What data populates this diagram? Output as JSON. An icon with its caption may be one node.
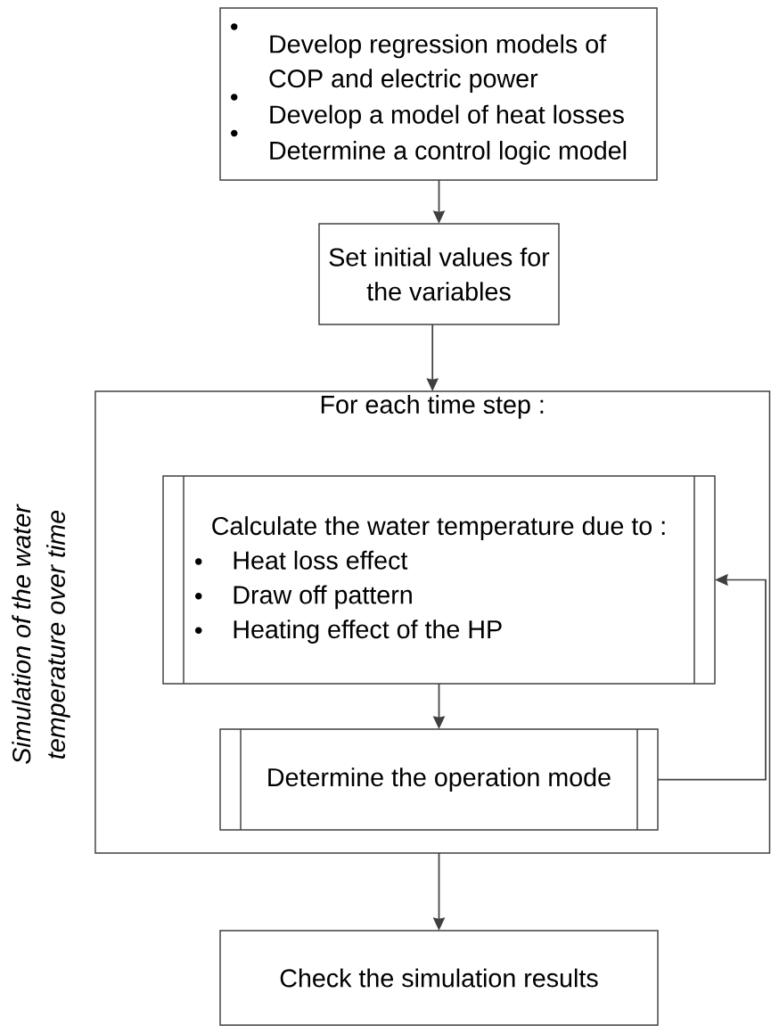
{
  "diagram": {
    "nodes": [
      {
        "text": [
          "Develop regression models of COP and electric power",
          "Develop a model of heat losses",
          "Determine a control logic model"
        ]
      },
      {
        "text": [
          "Set initial values for the variables"
        ]
      },
      {
        "text": [
          "For each time step :"
        ],
        "beside": [
          "Simulation of the water temperature over time"
        ]
      },
      {
        "text": [
          "Calculate the water temperature due to :",
          "Heat loss effect",
          "Draw off pattern",
          "Heating effect of the HP"
        ],
        "in": 2
      },
      {
        "text": [
          "Determine the operation mode"
        ],
        "in": 2
      },
      {
        "text": [
          "Check the simulation results"
        ]
      }
    ],
    "edges": [
      {
        "from": 0,
        "to": 1,
        "arrow": "to"
      },
      {
        "from": 1,
        "to": 2,
        "arrow": "to"
      },
      {
        "from": 3,
        "to": 4,
        "arrow": "to"
      },
      {
        "from": 4,
        "to": 3,
        "arrow": "to"
      },
      {
        "from": 2,
        "to": 5,
        "arrow": "to"
      }
    ]
  }
}
